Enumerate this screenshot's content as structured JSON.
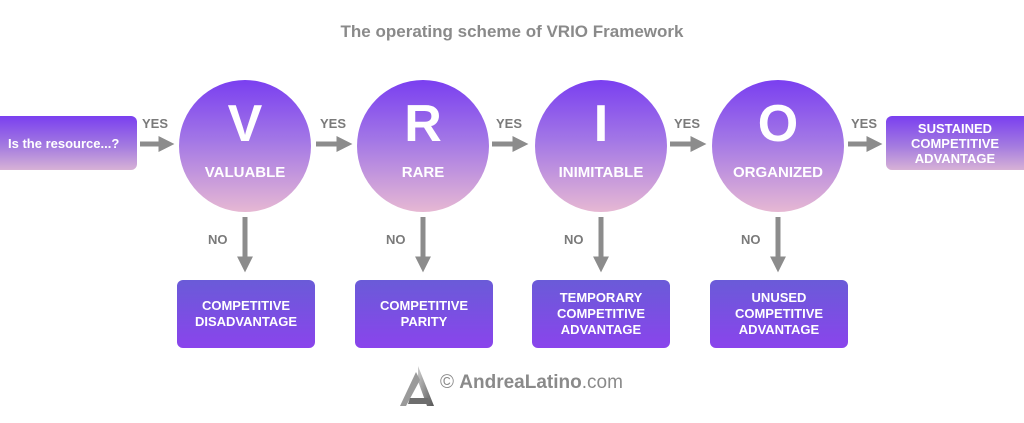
{
  "title": "The operating scheme of VRIO Framework",
  "start_label": "Is the resource...?",
  "yes_label": "YES",
  "no_label": "NO",
  "circles": [
    {
      "letter": "V",
      "word": "VALUABLE"
    },
    {
      "letter": "R",
      "word": "RARE"
    },
    {
      "letter": "I",
      "word": "INIMITABLE"
    },
    {
      "letter": "O",
      "word": "ORGANIZED"
    }
  ],
  "end_box": "SUSTAINED COMPETITIVE ADVANTAGE",
  "results": [
    "COMPETITIVE DISADVANTAGE",
    "COMPETITIVE PARITY",
    "TEMPORARY COMPETITIVE ADVANTAGE",
    "UNUSED COMPETITIVE ADVANTAGE"
  ],
  "footer": {
    "copyright": "©",
    "brand": "AndreaLatino",
    "domain": ".com"
  },
  "colors": {
    "gradient_top": "#7a3ff0",
    "gradient_bottom": "#e6b8d3",
    "result_box": "#8a44ec",
    "arrow": "#8c8c8c",
    "label_gray": "#7a7a7a"
  }
}
